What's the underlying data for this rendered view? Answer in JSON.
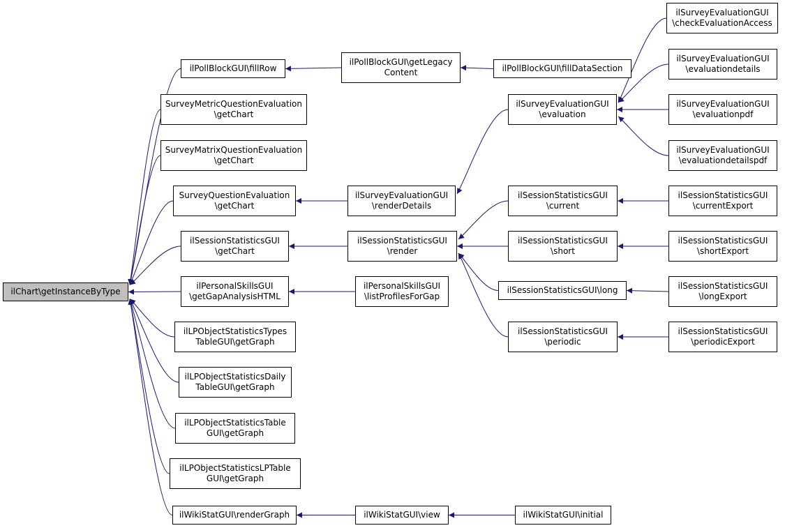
{
  "diagram": {
    "root": "ilChart\\getInstanceByType",
    "colors": {
      "edge": "#191970",
      "node_border": "#000000",
      "root_fill": "#bfbfbf"
    },
    "nodes": [
      {
        "id": "root",
        "label": "ilChart\\getInstanceByType"
      },
      {
        "id": "poll_fillrow",
        "label": "ilPollBlockGUI\\fillRow"
      },
      {
        "id": "metric",
        "label": "SurveyMetricQuestionEvaluation\n\\getChart"
      },
      {
        "id": "matrix",
        "label": "SurveyMatrixQuestionEvaluation\n\\getChart"
      },
      {
        "id": "sqe",
        "label": "SurveyQuestionEvaluation\n\\getChart"
      },
      {
        "id": "ssg_getchart",
        "label": "ilSessionStatisticsGUI\n\\getChart"
      },
      {
        "id": "psg_gap",
        "label": "ilPersonalSkillsGUI\n\\getGapAnalysisHTML"
      },
      {
        "id": "lp_types",
        "label": "ilLPObjectStatisticsTypes\nTableGUI\\getGraph"
      },
      {
        "id": "lp_daily",
        "label": "ilLPObjectStatisticsDaily\nTableGUI\\getGraph"
      },
      {
        "id": "lp_table",
        "label": "ilLPObjectStatisticsTable\nGUI\\getGraph"
      },
      {
        "id": "lp_lptable",
        "label": "ilLPObjectStatisticsLPTable\nGUI\\getGraph"
      },
      {
        "id": "wiki_render",
        "label": "ilWikiStatGUI\\renderGraph"
      },
      {
        "id": "poll_legacy",
        "label": "ilPollBlockGUI\\getLegacy\nContent"
      },
      {
        "id": "seg_render",
        "label": "ilSurveyEvaluationGUI\n\\renderDetails"
      },
      {
        "id": "ssg_render",
        "label": "ilSessionStatisticsGUI\n\\render"
      },
      {
        "id": "psg_list",
        "label": "ilPersonalSkillsGUI\n\\listProfilesForGap"
      },
      {
        "id": "wiki_view",
        "label": "ilWikiStatGUI\\view"
      },
      {
        "id": "poll_filldata",
        "label": "ilPollBlockGUI\\fillDataSection"
      },
      {
        "id": "seg_eval",
        "label": "ilSurveyEvaluationGUI\n\\evaluation"
      },
      {
        "id": "ssg_current",
        "label": "ilSessionStatisticsGUI\n\\current"
      },
      {
        "id": "ssg_short",
        "label": "ilSessionStatisticsGUI\n\\short"
      },
      {
        "id": "ssg_long",
        "label": "ilSessionStatisticsGUI\\long"
      },
      {
        "id": "ssg_periodic",
        "label": "ilSessionStatisticsGUI\n\\periodic"
      },
      {
        "id": "wiki_initial",
        "label": "ilWikiStatGUI\\initial"
      },
      {
        "id": "seg_access",
        "label": "ilSurveyEvaluationGUI\n\\checkEvaluationAccess"
      },
      {
        "id": "seg_details",
        "label": "ilSurveyEvaluationGUI\n\\evaluationdetails"
      },
      {
        "id": "seg_pdf",
        "label": "ilSurveyEvaluationGUI\n\\evaluationpdf"
      },
      {
        "id": "seg_detailspdf",
        "label": "ilSurveyEvaluationGUI\n\\evaluationdetailspdf"
      },
      {
        "id": "ssg_currentexp",
        "label": "ilSessionStatisticsGUI\n\\currentExport"
      },
      {
        "id": "ssg_shortexp",
        "label": "ilSessionStatisticsGUI\n\\shortExport"
      },
      {
        "id": "ssg_longexp",
        "label": "ilSessionStatisticsGUI\n\\longExport"
      },
      {
        "id": "ssg_periodicexp",
        "label": "ilSessionStatisticsGUI\n\\periodicExport"
      }
    ],
    "edges": [
      {
        "from": "poll_fillrow",
        "to": "root"
      },
      {
        "from": "metric",
        "to": "root"
      },
      {
        "from": "matrix",
        "to": "root"
      },
      {
        "from": "sqe",
        "to": "root"
      },
      {
        "from": "ssg_getchart",
        "to": "root"
      },
      {
        "from": "psg_gap",
        "to": "root"
      },
      {
        "from": "lp_types",
        "to": "root"
      },
      {
        "from": "lp_daily",
        "to": "root"
      },
      {
        "from": "lp_table",
        "to": "root"
      },
      {
        "from": "lp_lptable",
        "to": "root"
      },
      {
        "from": "wiki_render",
        "to": "root"
      },
      {
        "from": "poll_legacy",
        "to": "poll_fillrow"
      },
      {
        "from": "poll_filldata",
        "to": "poll_legacy"
      },
      {
        "from": "seg_render",
        "to": "sqe"
      },
      {
        "from": "seg_eval",
        "to": "seg_render"
      },
      {
        "from": "seg_access",
        "to": "seg_eval"
      },
      {
        "from": "seg_details",
        "to": "seg_eval"
      },
      {
        "from": "seg_pdf",
        "to": "seg_eval"
      },
      {
        "from": "seg_detailspdf",
        "to": "seg_eval"
      },
      {
        "from": "ssg_render",
        "to": "ssg_getchart"
      },
      {
        "from": "ssg_current",
        "to": "ssg_render"
      },
      {
        "from": "ssg_short",
        "to": "ssg_render"
      },
      {
        "from": "ssg_long",
        "to": "ssg_render"
      },
      {
        "from": "ssg_periodic",
        "to": "ssg_render"
      },
      {
        "from": "ssg_currentexp",
        "to": "ssg_current"
      },
      {
        "from": "ssg_shortexp",
        "to": "ssg_short"
      },
      {
        "from": "ssg_longexp",
        "to": "ssg_long"
      },
      {
        "from": "ssg_periodicexp",
        "to": "ssg_periodic"
      },
      {
        "from": "psg_list",
        "to": "psg_gap"
      },
      {
        "from": "wiki_view",
        "to": "wiki_render"
      },
      {
        "from": "wiki_initial",
        "to": "wiki_view"
      }
    ]
  }
}
